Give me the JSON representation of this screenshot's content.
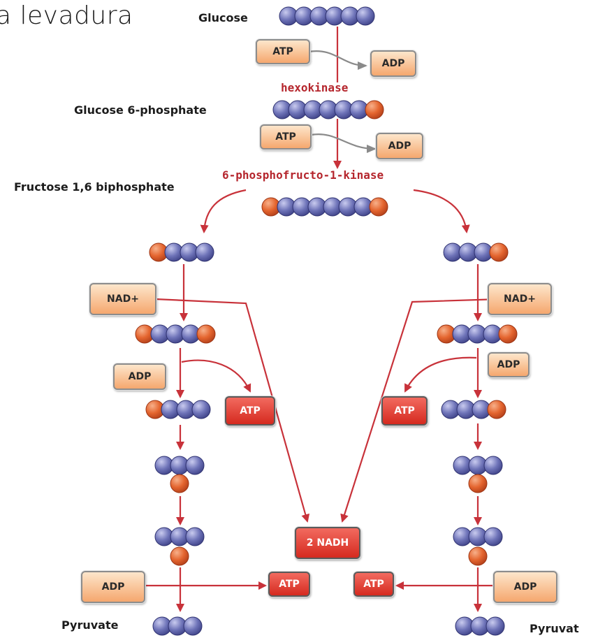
{
  "title": "a levadura",
  "molecules": {
    "glucose": "Glucose",
    "g6p": "Glucose 6-phosphate",
    "f16bp": "Fructose 1,6 biphosphate",
    "pyruvate_left": "Pyruvate",
    "pyruvate_right": "Pyruvat"
  },
  "enzymes": {
    "hexokinase": "hexokinase",
    "pfk": "6-phosphofructo-1-kinase"
  },
  "boxes": {
    "atp1": "ATP",
    "adp1": "ADP",
    "atp2": "ATP",
    "adp2": "ADP",
    "nad_left": "NAD+",
    "nad_right": "NAD+",
    "adp_left_mid": "ADP",
    "adp_right_mid": "ADP",
    "atp_left_mid": "ATP",
    "atp_right_mid": "ATP",
    "nadh": "2 NADH",
    "adp_left_bottom": "ADP",
    "adp_right_bottom": "ADP",
    "atp_left_bottom": "ATP",
    "atp_right_bottom": "ATP"
  },
  "colors": {
    "arrow": "#c8323a",
    "arrow_gray": "#8a8a8a",
    "enzyme_text": "#b5262d",
    "carbon": "#5a5fa6",
    "phosphate": "#e0612c"
  }
}
